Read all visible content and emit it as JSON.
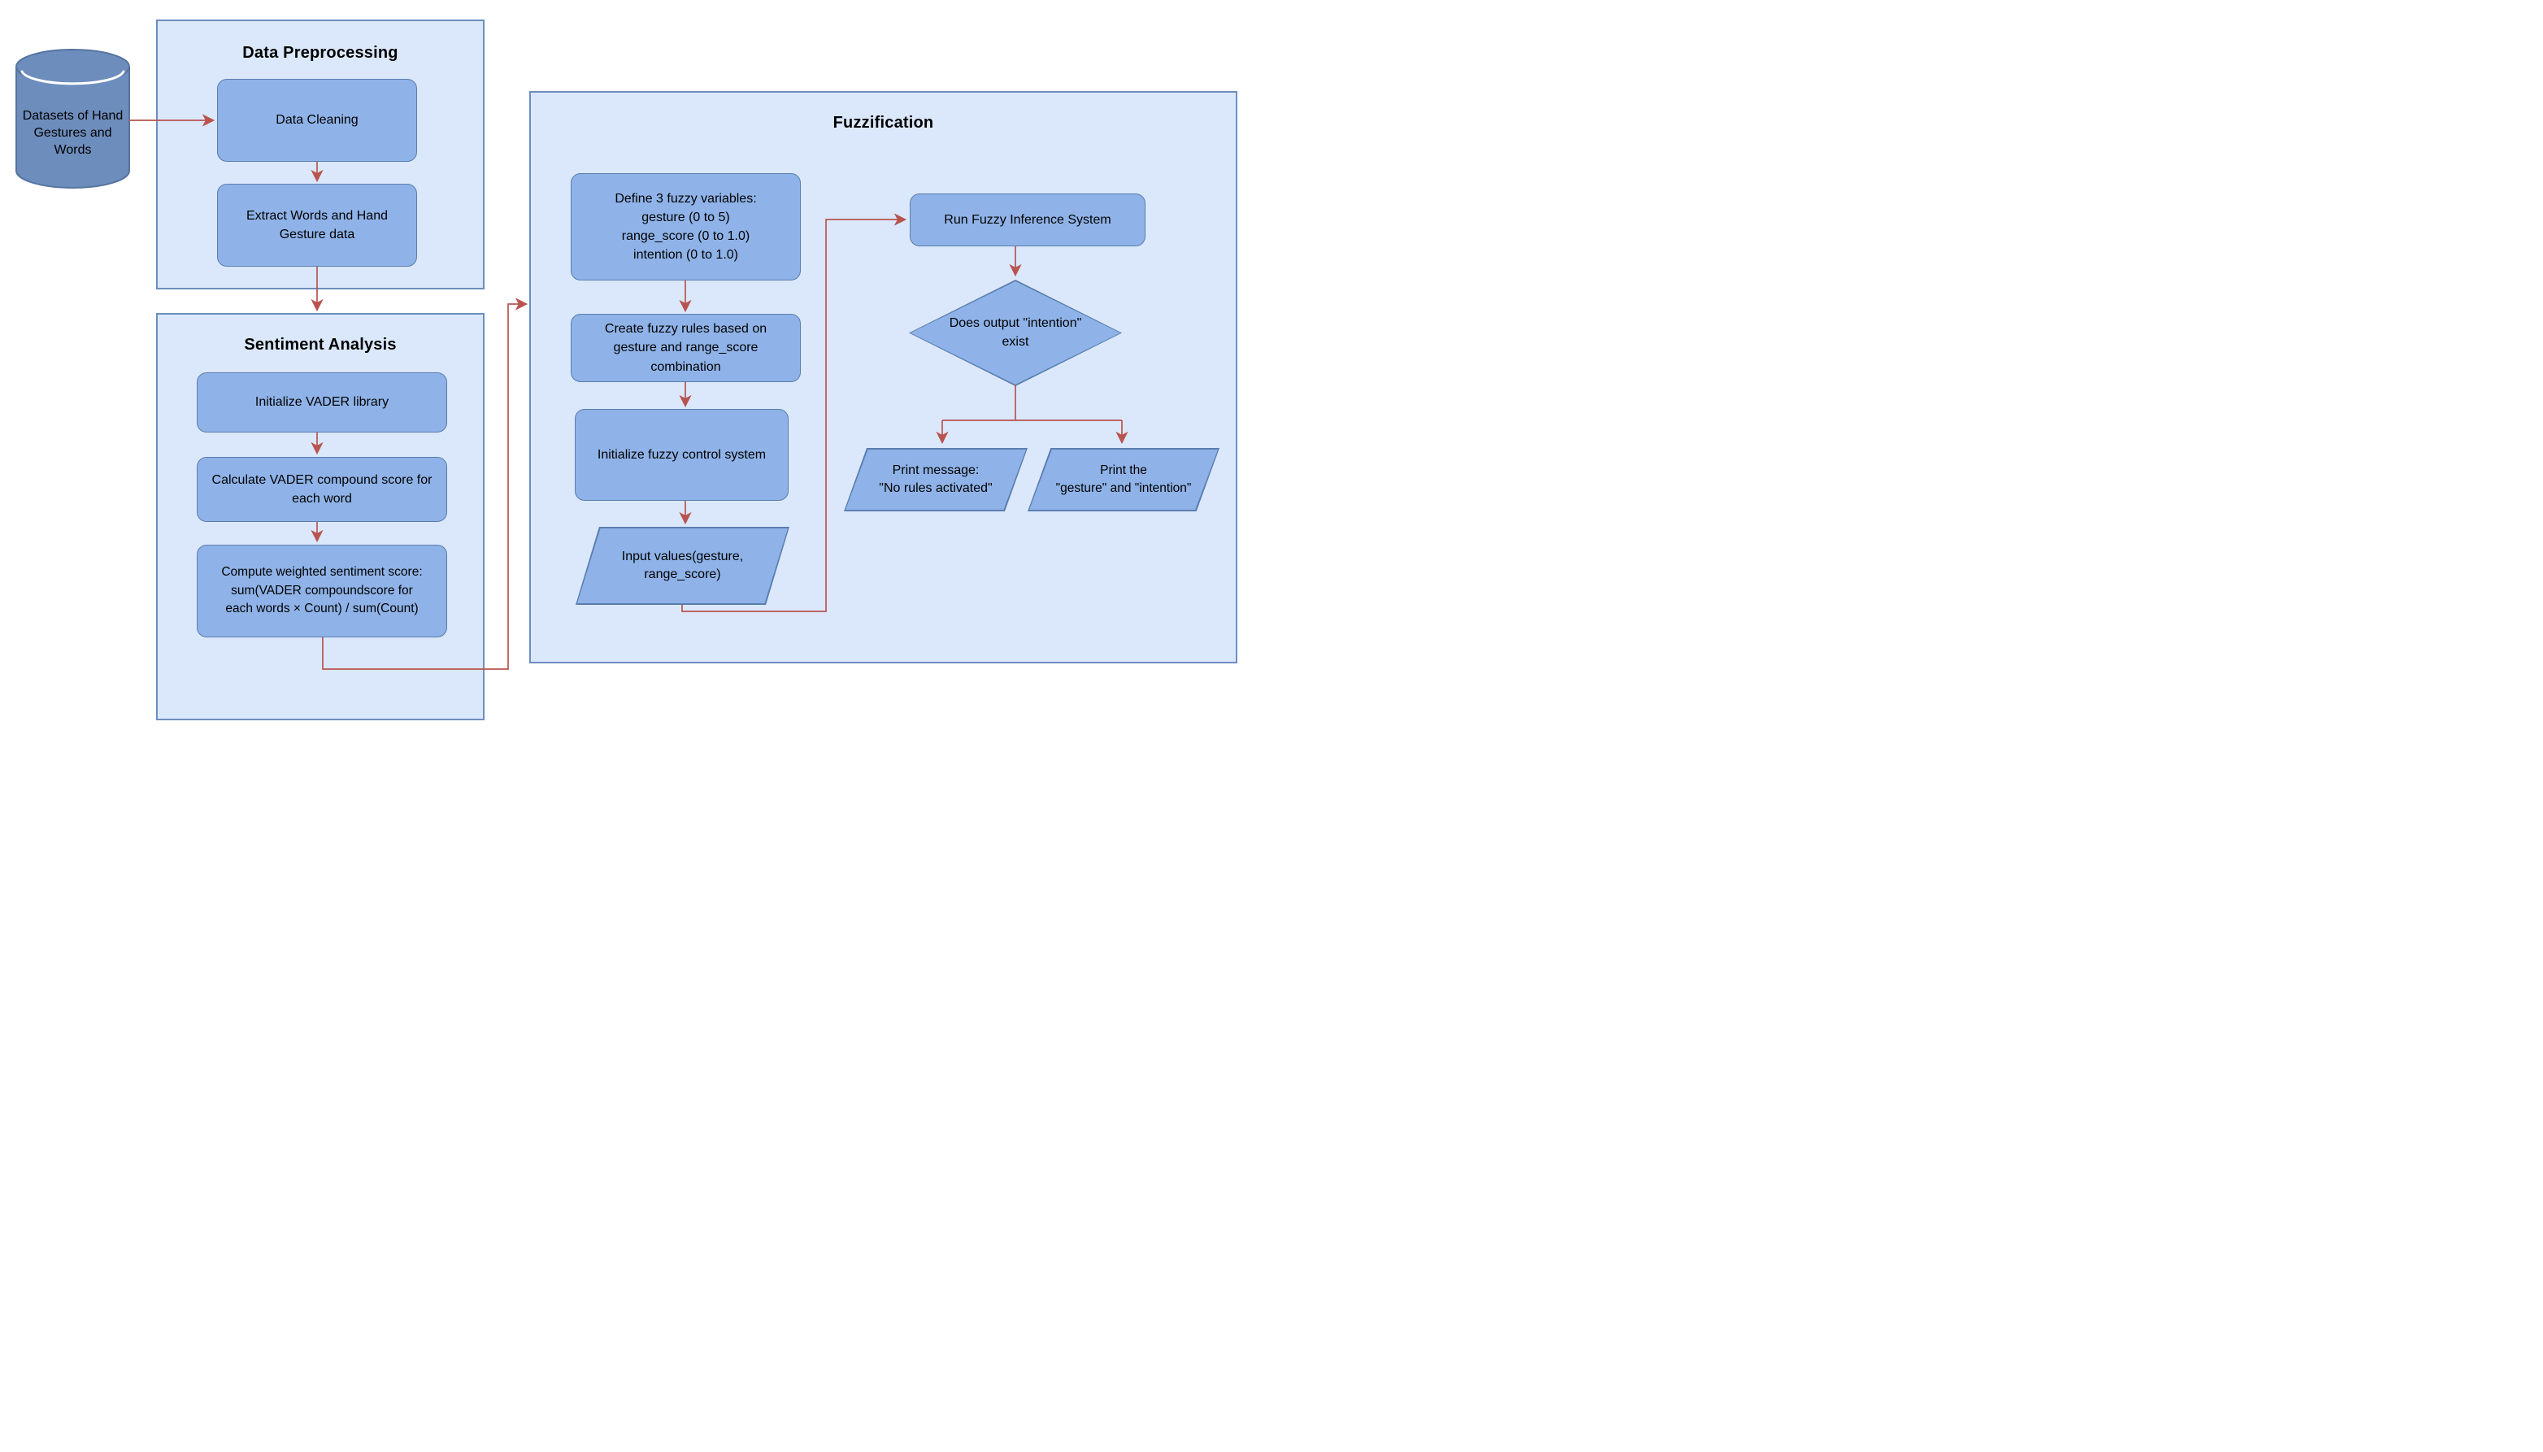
{
  "colors": {
    "panel_fill": "#dbe8fb",
    "panel_border": "#6c8ebf",
    "node_fill": "#8fb3e8",
    "node_border": "#5a7dae",
    "cylinder_fill": "#6d8dbd",
    "cylinder_border": "#56749f",
    "connector": "#b85450",
    "text": "#000000"
  },
  "database": {
    "label": "Datasets of Hand\nGestures and\nWords"
  },
  "panels": {
    "preprocessing": {
      "title": "Data Preprocessing",
      "nodes": {
        "clean": "Data Cleaning",
        "extract": "Extract Words and Hand\nGesture data"
      }
    },
    "sentiment": {
      "title": "Sentiment Analysis",
      "nodes": {
        "init_vader": "Initialize VADER library",
        "calc": "Calculate VADER compound score for\neach word",
        "compute": "Compute weighted sentiment score:\nsum(VADER compoundscore for\neach words × Count) / sum(Count)"
      }
    },
    "fuzzification": {
      "title": "Fuzzification",
      "nodes": {
        "define": "Define 3 fuzzy variables:\ngesture (0 to 5)\nrange_score (0 to 1.0)\nintention (0 to 1.0)",
        "rules": "Create fuzzy rules based on\ngesture and range_score\ncombination",
        "init_fcs": "Initialize fuzzy control system",
        "input": "Input values(gesture,\nrange_score)",
        "run": "Run Fuzzy Inference System",
        "decision": "Does output \"intention\"\nexist",
        "print_none": "Print message:\n\"No rules activated\"",
        "print_result": "Print the\n\"gesture\" and \"intention\""
      }
    }
  }
}
